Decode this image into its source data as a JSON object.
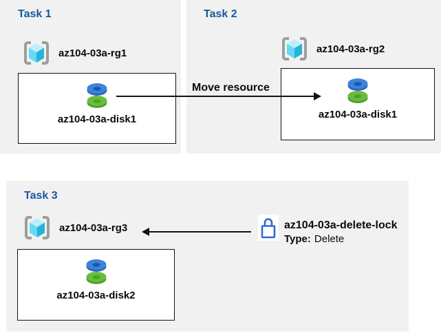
{
  "colors": {
    "panel_bg": "#f1f1f1",
    "title_blue": "#17579b",
    "text": "#0a0a0a",
    "arrow": "#111111",
    "box_border": "#111111",
    "bracket_gray": "#9d9d9d",
    "rg_top": "#bfeef9",
    "rg_left": "#66d9f3",
    "rg_right": "#29b2d8",
    "disk_blue": "#3c83da",
    "disk_blue_side": "#2a66bd",
    "disk_blue_hole": "#1d55ac",
    "disk_green": "#68bd3c",
    "disk_green_side": "#4f9e28",
    "lock_blue": "#2e68d8"
  },
  "tasks": [
    {
      "title": "Task 1",
      "resource_group": "az104-03a-rg1",
      "disk": "az104-03a-disk1"
    },
    {
      "title": "Task 2",
      "resource_group": "az104-03a-rg2",
      "disk": "az104-03a-disk1"
    },
    {
      "title": "Task 3",
      "resource_group": "az104-03a-rg3",
      "disk": "az104-03a-disk2"
    }
  ],
  "move_arrow": {
    "label": "Move resource"
  },
  "lock": {
    "name": "az104-03a-delete-lock",
    "type_label": "Type:",
    "type_value": "Delete"
  },
  "icons": {
    "resource_group": "resource-group-icon",
    "disk": "disk-icon",
    "lock": "lock-icon"
  }
}
